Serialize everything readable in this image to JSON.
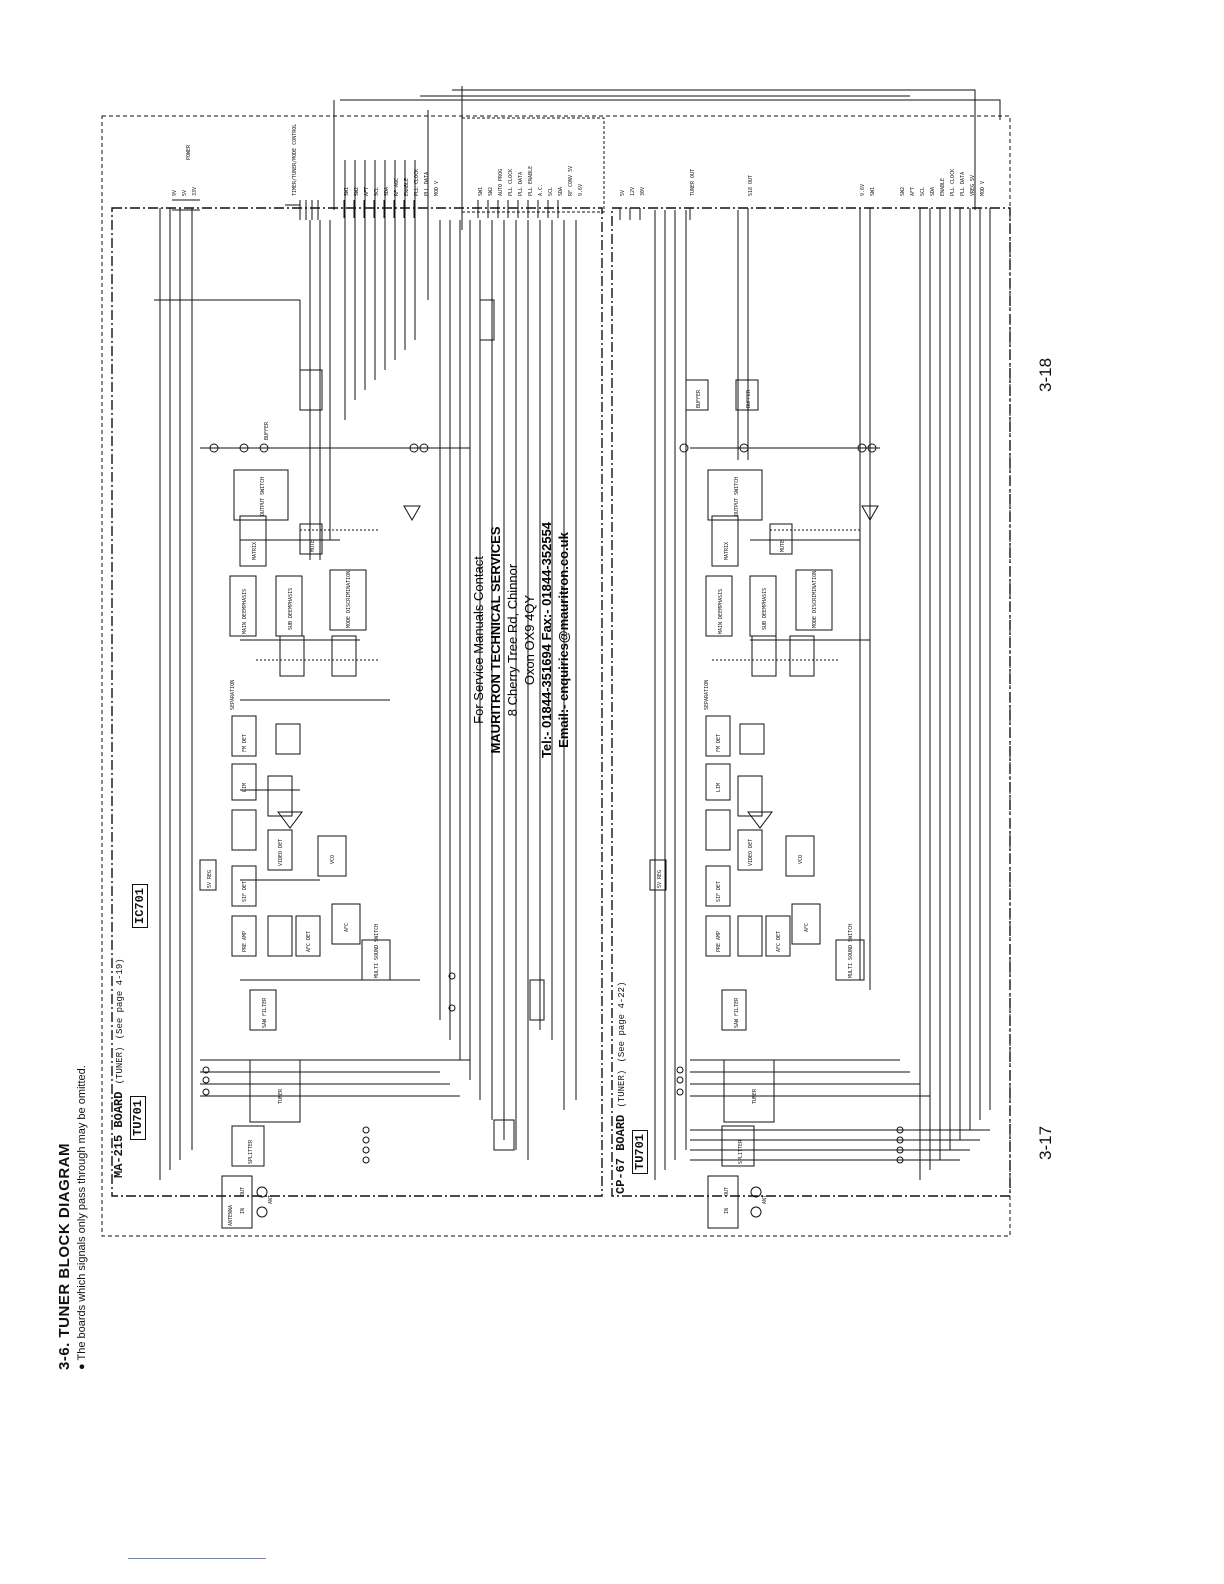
{
  "header": {
    "title": "3-6.  TUNER BLOCK DIAGRAM",
    "note": "● The boards which signals only pass through may be omitted."
  },
  "boards": [
    {
      "name": "MA-215",
      "label": "BOARD",
      "sub": "(TUNER)",
      "ref": "(See page 4-19)"
    },
    {
      "name": "CP-67",
      "label": "BOARD",
      "sub": "(TUNER)",
      "ref": "(See page 4-22)"
    }
  ],
  "parts": {
    "ic": "IC701",
    "tuner_a": "TU701",
    "tuner_b": "TU701"
  },
  "contact": {
    "line1": "For Service Manuals Contact",
    "line2": "MAURITRON TECHNICAL SERVICES",
    "line3": "8 Cherry Tree Rd, Chinnor",
    "line4": "Oxon OX9 4QY",
    "line5": "Tel:- 01844-351694 Fax:- 01844-352554",
    "line6": "Email:- enquiries@mauritron.co.uk"
  },
  "page_numbers": {
    "left": "3-17",
    "right": "3-18"
  },
  "blocks": {
    "tuner": "TUNER",
    "splitter": "SPLITTER",
    "saw_filter": "SAW FILTER",
    "pre_amp": "PRE AMP",
    "video_det": "VIDEO DET",
    "sif_det": "SIF DET",
    "fm_det": "FM DET",
    "lim": "LIM",
    "main_deemphasis": "MAIN DEEMPHASIS",
    "sub_deemphasis": "SUB DEEMPHASIS",
    "matrix": "MATRIX",
    "output_switch": "OUTPUT SWITCH",
    "mode_discrimination": "MODE DISCRIMINATION",
    "separation": "SEPARATION",
    "vco": "VCO",
    "afc": "AFC",
    "afc_det": "AFC DET",
    "multi_sound_switch": "MULTI SOUND SWITCH",
    "buffer": "BUFFER",
    "mute": "MUTE",
    "sw_reg": "5V REG"
  },
  "connectors": {
    "power_a": [
      "9V",
      "5V",
      "33V"
    ],
    "power_label": "POWER",
    "control_a": [
      "SW1",
      "SW2",
      "AFT",
      "SCL",
      "SDA",
      "RF AGC",
      "ENABLE",
      "PLL CLOCK",
      "PLL DATA",
      "MOD V"
    ],
    "control_label": "TIMER/TUNER/MODE CONTROL",
    "control_b": [
      "SW1",
      "SW2",
      "AUTO PROG",
      "PLL CLOCK",
      "PLL DATA",
      "PLL ENABLE",
      "A.C.",
      "SCL",
      "SDA",
      "RF CONV 5V",
      "9.6V"
    ],
    "cp_pins": [
      "5V",
      "12V",
      "30V",
      "TUNER OUT",
      "S18 OUT",
      "9.6V",
      "SW1",
      "SW2",
      "AFT",
      "SCL",
      "SDA",
      "ENABLE",
      "PLL CLOCK",
      "PLL DATA",
      "VREG 5V",
      "MOD V"
    ],
    "antenna_in": "IN",
    "antenna_out": "OUT",
    "antenna_label": "ANTENNA",
    "ant_in_label": "ANT"
  }
}
